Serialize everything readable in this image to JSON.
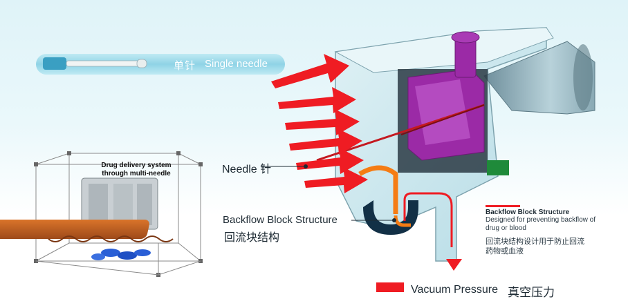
{
  "labels": {
    "single_needle_cn": "单针",
    "single_needle_en": "Single needle",
    "needle": "Needle 针",
    "backflow_en": "Backflow Block Structure",
    "backflow_cn": "回流块结构",
    "note_title": "Backflow Block Structure",
    "note_body": "Designed for preventing backflow of drug or blood",
    "note_cn": "回流块结构设计用于防止回流药物或血液",
    "vacuum_en": "Vacuum Pressure",
    "vacuum_cn": "真空压力",
    "multi_needle_title": "Drug delivery system through multi-needle"
  },
  "colors": {
    "arrow_red": "#ef1c23",
    "housing": "#c6e6ee",
    "chamber_purple": "#9b2aa6",
    "backflow_orange": "#f57c14",
    "green_block": "#1f8a3a",
    "navy": "#123046"
  }
}
